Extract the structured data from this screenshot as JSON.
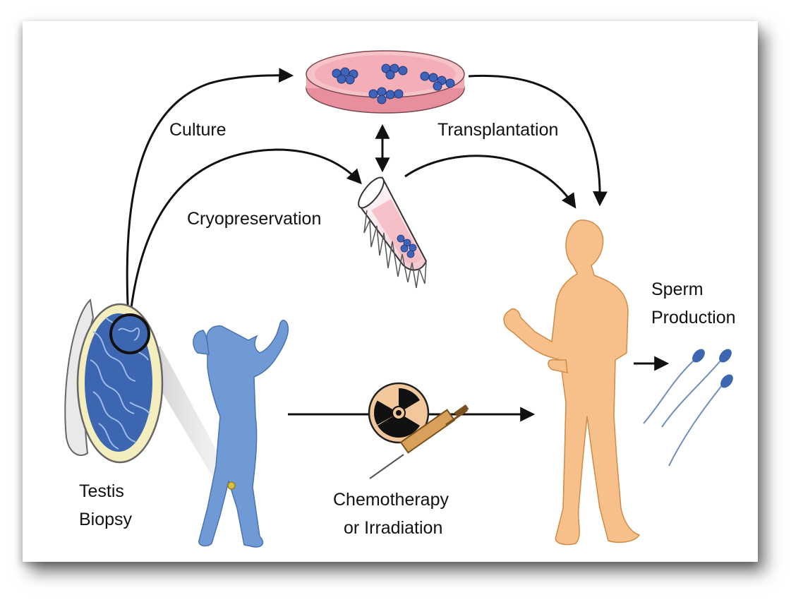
{
  "labels": {
    "culture": "Culture",
    "transplantation": "Transplantation",
    "cryopreservation": "Cryopreservation",
    "sperm_line1": "Sperm",
    "sperm_line2": "Production",
    "testis_line1": "Testis",
    "testis_line2": "Biopsy",
    "chemo_line1": "Chemotherapy",
    "chemo_line2": "or Irradiation"
  },
  "colors": {
    "boy": "#6f9ad6",
    "man": "#f7c08a",
    "dish": "#f2a9b3",
    "cells": "#3f63b8",
    "testis": "#f4edbd",
    "tubule": "#3d66b0",
    "arrow": "#111111"
  },
  "icons": {
    "petri_dish": "petri-dish-icon",
    "cryo_tube": "cryo-tube-icon",
    "radiation": "radiation-icon",
    "syringe": "syringe-icon",
    "sperm": "sperm-icon"
  }
}
